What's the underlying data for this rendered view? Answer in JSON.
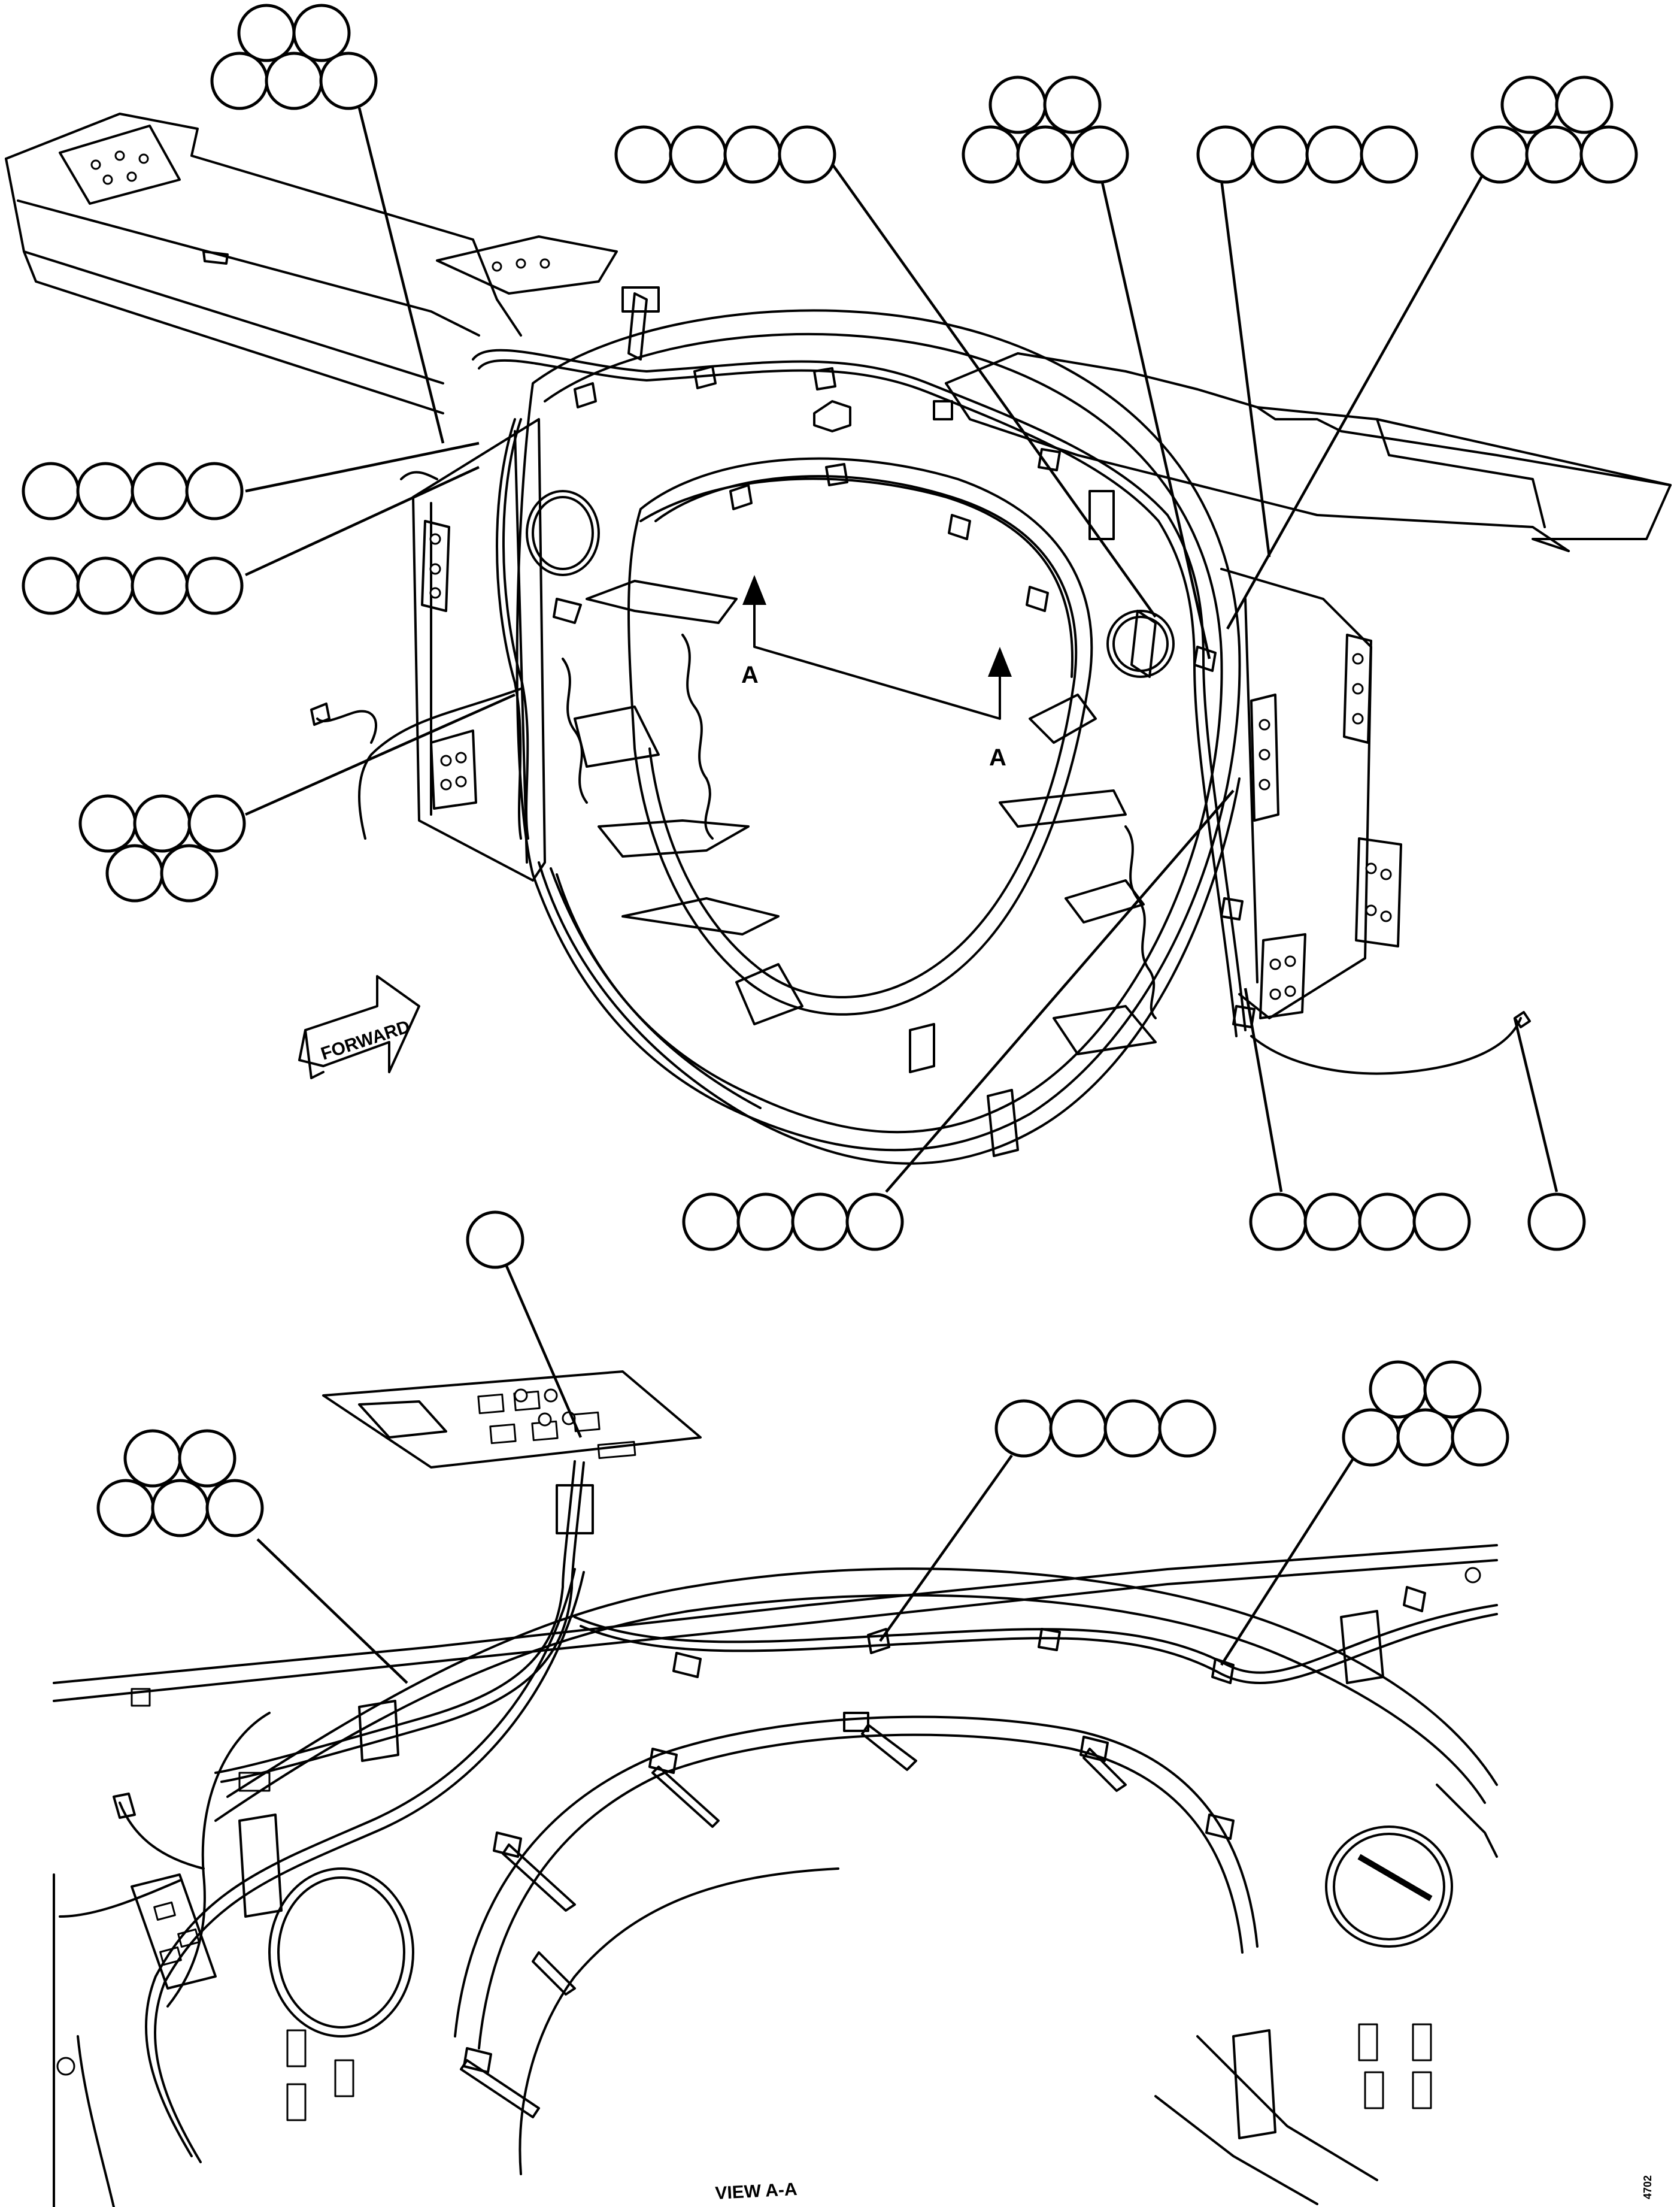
{
  "drawing": {
    "forward_label": "FORWARD",
    "section_label": "A",
    "view_label": "VIEW A-A",
    "sheet_ref": "4702"
  },
  "callout_groups": [
    {
      "id": "upper-left-5",
      "count": 5
    },
    {
      "id": "top-center-4",
      "count": 4
    },
    {
      "id": "top-center-5",
      "count": 5
    },
    {
      "id": "top-right-4",
      "count": 4
    },
    {
      "id": "top-right-5",
      "count": 5
    },
    {
      "id": "left-4-a",
      "count": 4
    },
    {
      "id": "left-4-b",
      "count": 4
    },
    {
      "id": "left-5",
      "count": 5
    },
    {
      "id": "bottom-center-4",
      "count": 4
    },
    {
      "id": "bottom-right-4",
      "count": 4
    },
    {
      "id": "bottom-right-1",
      "count": 1
    },
    {
      "id": "view-1",
      "count": 1
    },
    {
      "id": "view-left-5",
      "count": 5
    },
    {
      "id": "view-center-4",
      "count": 4
    },
    {
      "id": "view-right-5",
      "count": 5
    }
  ]
}
